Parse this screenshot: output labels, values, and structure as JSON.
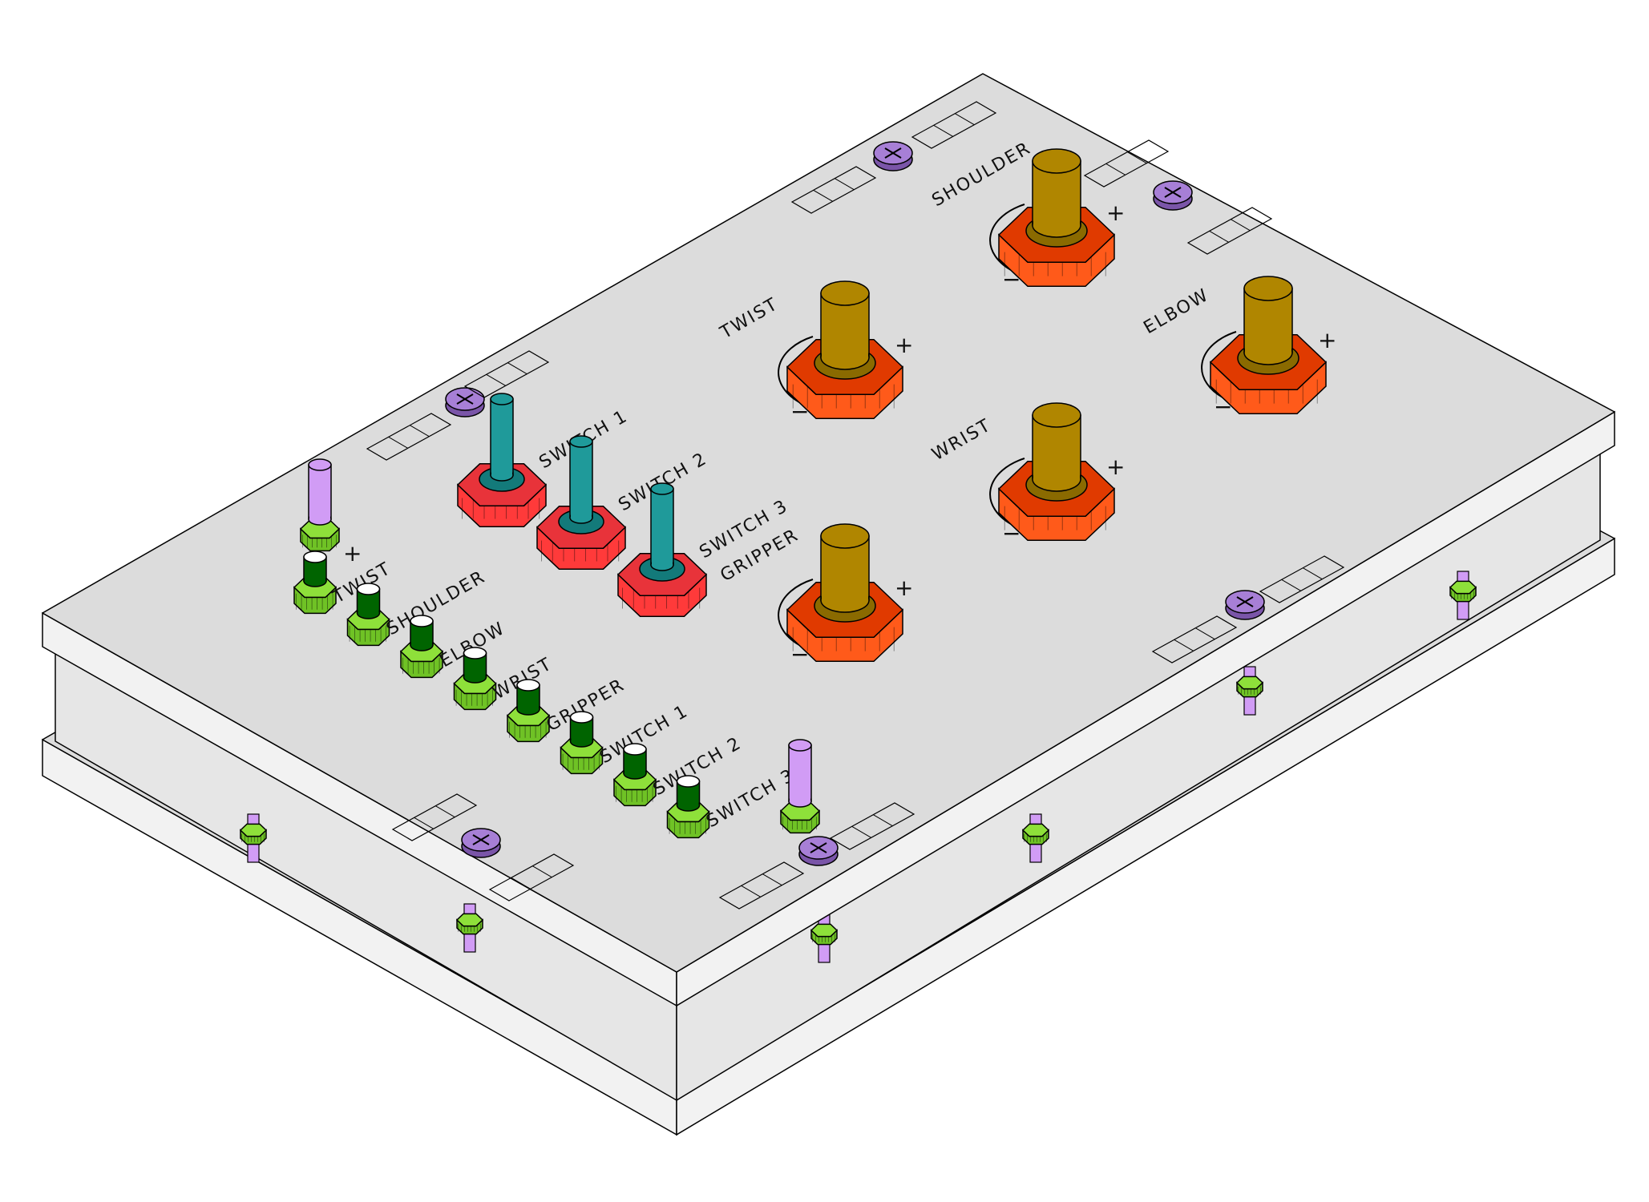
{
  "joysticks": [
    {
      "label": "SHOULDER",
      "plus": "+",
      "minus": "−"
    },
    {
      "label": "TWIST",
      "plus": "+",
      "minus": "−"
    },
    {
      "label": "ELBOW",
      "plus": "+",
      "minus": "−"
    },
    {
      "label": "WRIST",
      "plus": "+",
      "minus": "−"
    },
    {
      "label": "GRIPPER",
      "plus": "+",
      "minus": "−"
    }
  ],
  "switches": [
    {
      "label": "SWITCH 1"
    },
    {
      "label": "SWITCH 2"
    },
    {
      "label": "SWITCH 3"
    }
  ],
  "indicator_column": {
    "plus": "+",
    "items": [
      {
        "label": "TWIST"
      },
      {
        "label": "SHOULDER"
      },
      {
        "label": "ELBOW"
      },
      {
        "label": "WRIST"
      },
      {
        "label": "GRIPPER"
      },
      {
        "label": "SWITCH 1"
      },
      {
        "label": "SWITCH 2"
      },
      {
        "label": "SWITCH 3"
      }
    ]
  },
  "colors": {
    "plate": "#dcdcdc",
    "plate_edge": "#f2f2f2",
    "wall": "#e6e6e6",
    "joystick_base": "#e03a00",
    "joystick_stick": "#b08600",
    "switch_base": "#e8333a",
    "switch_stick": "#1f9a9a",
    "indicator_nut": "#8ee03a",
    "indicator_led": "#006400",
    "screw": "#a77fd6",
    "standoff": "#d19cf5"
  }
}
